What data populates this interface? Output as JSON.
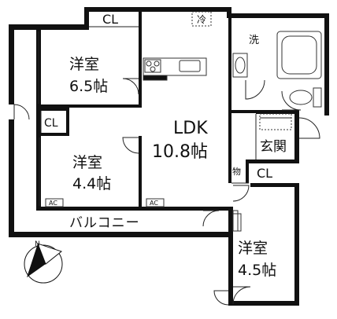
{
  "plan": {
    "colors": {
      "wall": "#111111",
      "line": "#222222",
      "fixture": "#555555",
      "background": "#ffffff"
    },
    "rooms": {
      "western_6_5": {
        "name": "洋室",
        "size": "6.5帖"
      },
      "western_4_4": {
        "name": "洋室",
        "size": "4.4帖"
      },
      "western_4_5": {
        "name": "洋室",
        "size": "4.5帖"
      },
      "ldk": {
        "name": "LDK",
        "size": "10.8帖"
      },
      "entrance": {
        "name": "玄関"
      },
      "balcony": {
        "name": "バルコニー"
      }
    },
    "closets": {
      "top": "CL",
      "middle": "CL",
      "right": "CL"
    },
    "fixtures": {
      "fridge": "冷",
      "washer": "洗",
      "storage": "物"
    },
    "aircon": "AC",
    "compass": {
      "north": "N"
    }
  }
}
